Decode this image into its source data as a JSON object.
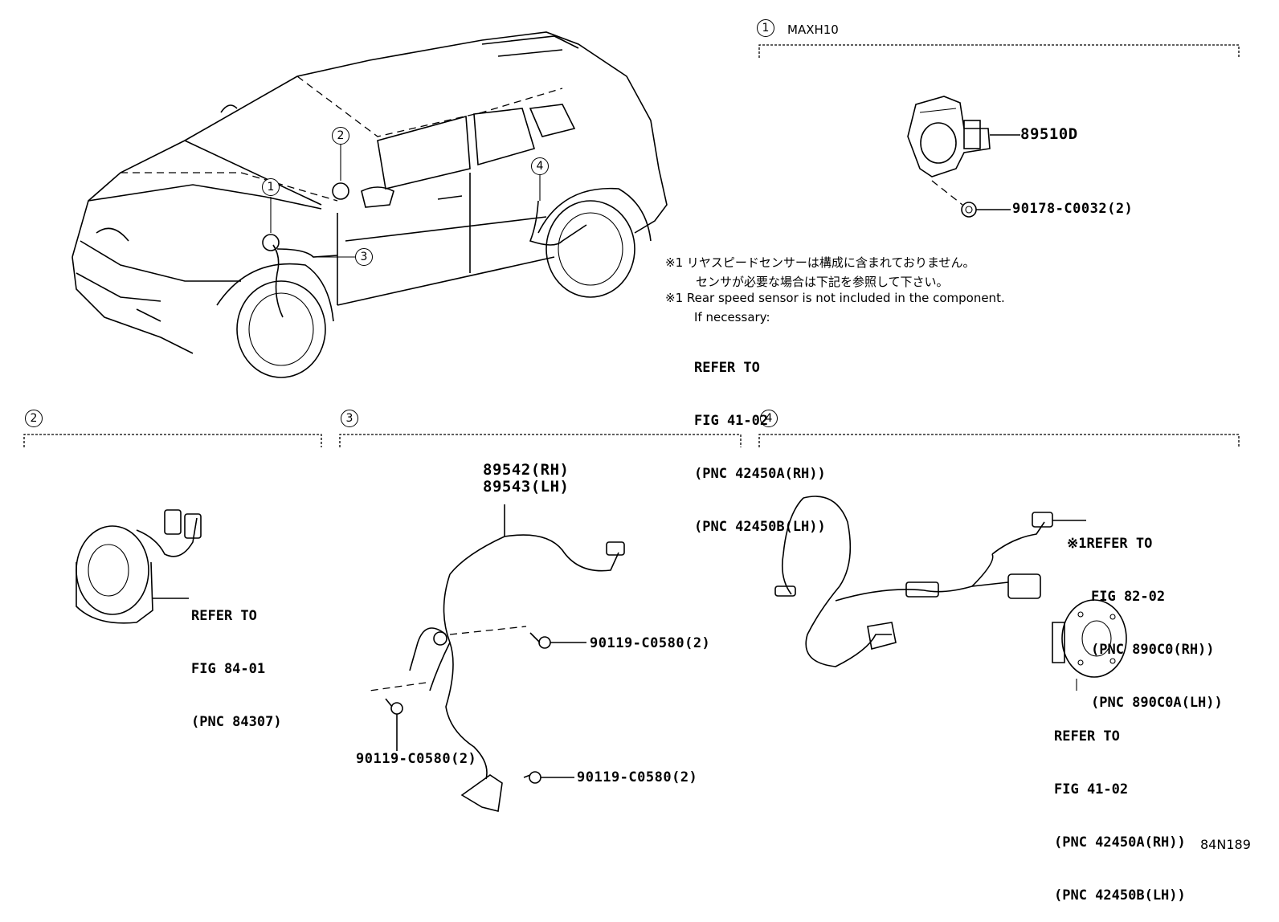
{
  "callouts": {
    "c1": "1",
    "c2": "2",
    "c3": "3",
    "c4": "4"
  },
  "section1": {
    "label": "MAXH10",
    "part_sensor": "89510D",
    "part_bolt": "90178-C0032(2)"
  },
  "notes": {
    "jp_line1": "※1 リヤスピードセンサーは構成に含まれておりません。",
    "jp_line2": "センサが必要な場合は下記を参照して下さい。",
    "en_line1": "※1 Rear speed sensor is not included in the component.",
    "en_line2": "If necessary:",
    "ref_lines": [
      "REFER TO",
      "FIG 41-02",
      "(PNC 42450A(RH))",
      "(PNC 42450B(LH))"
    ]
  },
  "section2": {
    "ref_lines": [
      "REFER TO",
      "FIG 84-01",
      "(PNC 84307)"
    ]
  },
  "section3": {
    "part_rh": "89542(RH)",
    "part_lh": "89543(LH)",
    "bolt_a": "90119-C0580(2)",
    "bolt_b": "90119-C0580(2)",
    "bolt_c": "90119-C0580(2)"
  },
  "section4": {
    "ref_top_lines": [
      "※1REFER TO",
      "FIG 82-02",
      "(PNC 890C0(RH))",
      "(PNC 890C0A(LH))"
    ],
    "ref_bottom_lines": [
      "REFER TO",
      "FIG 41-02",
      "(PNC 42450A(RH))",
      "(PNC 42450B(LH))"
    ]
  },
  "figure_id": "84N189"
}
